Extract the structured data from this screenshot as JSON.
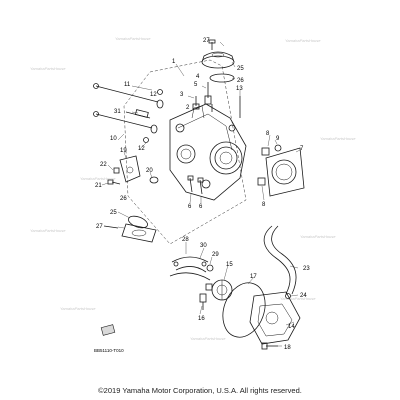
{
  "diagram_code": "BB51110-T010",
  "copyright": "©2019 Yamaha Motor Corporation, U.S.A. All rights reserved.",
  "watermark": "YamahaPartsHouse",
  "callouts": [
    "1",
    "2",
    "3",
    "4",
    "5",
    "6",
    "7",
    "8",
    "9",
    "10",
    "11",
    "12",
    "13",
    "14",
    "15",
    "16",
    "17",
    "18",
    "19",
    "20",
    "21",
    "22",
    "23",
    "24",
    "25",
    "26",
    "27",
    "28",
    "29",
    "30",
    "31"
  ]
}
